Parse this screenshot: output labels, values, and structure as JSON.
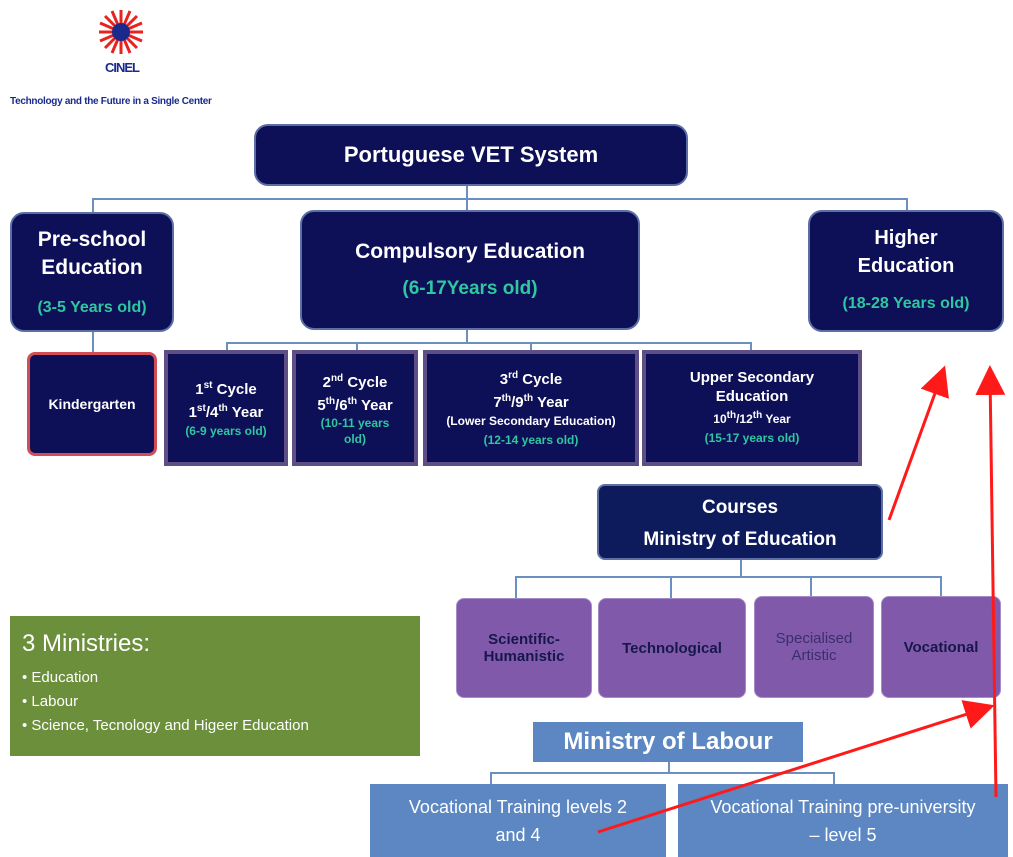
{
  "logo": {
    "name": "CINEL",
    "tagline": "Technology and the Future in a Single Center"
  },
  "root": {
    "title": "Portuguese VET System"
  },
  "preschool": {
    "title_line1": "Pre-school",
    "title_line2": "Education",
    "ages": "(3-5 Years old)"
  },
  "compulsory": {
    "title": "Compulsory  Education",
    "ages": "(6-17Years old)"
  },
  "higher": {
    "title_line1": "Higher",
    "title_line2": "Education",
    "ages": "(18-28 Years old)"
  },
  "kindergarten": {
    "label": "Kindergarten"
  },
  "cycles": [
    {
      "name": "1st Cycle",
      "years": "1st/4th Year",
      "ages": "(6-9 years old)"
    },
    {
      "name": "2nd Cycle",
      "years": "5th/6th Year",
      "ages": "(10-11 years old)"
    },
    {
      "name": "3rd Cycle",
      "years": "7th/9th Year",
      "sub": "(Lower Secondary Education)",
      "ages": "(12-14 years old)"
    },
    {
      "name_line1": "Upper Secondary",
      "name_line2": "Education",
      "years": "10th/12th Year",
      "ages": "(15-17 years old)"
    }
  ],
  "courses": {
    "line1": "Courses",
    "line2": "Ministry of Education"
  },
  "tracks": [
    {
      "line1": "Scientific-",
      "line2": "Humanistic"
    },
    {
      "label": "Technological"
    },
    {
      "line1": "Specialised",
      "line2": "Artistic"
    },
    {
      "label": "Vocational"
    }
  ],
  "ministries": {
    "title": "3 Ministries:",
    "items": [
      "Education",
      "Labour",
      "Science, Tecnology and Higeer Education"
    ]
  },
  "labour": {
    "title": "Ministry of Labour"
  },
  "training": [
    {
      "line1": "Vocational Training  levels 2",
      "line2": "and 4"
    },
    {
      "line1": "Vocational Training  pre-university",
      "line2": "– level 5"
    }
  ],
  "colors": {
    "navy": "#0d0f57",
    "teal": "#2fc7a0",
    "purple": "#8159ab",
    "blue": "#5c87c2",
    "olive": "#6b8f3a",
    "arrow": "#ff1a1a"
  }
}
